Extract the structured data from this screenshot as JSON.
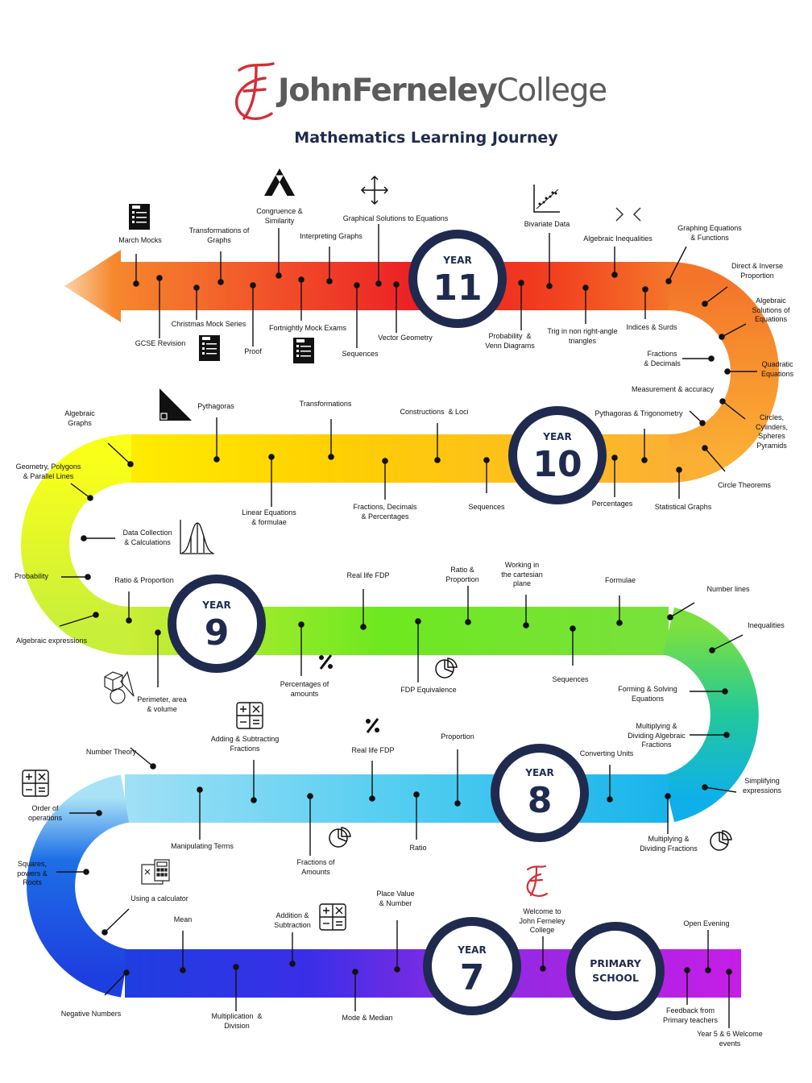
{
  "header": {
    "brand": [
      "John",
      "Ferneley",
      "College"
    ],
    "title": "Mathematics Learning Journey"
  },
  "colors": {
    "navy": "#1f2a4e",
    "logo_red": "#d32f3a",
    "year11_band": "#e8311f",
    "year10_band": "#ffc20e",
    "year9_band": "#7be82a",
    "year8_band": "#39c3f0",
    "year7_band": "#8a2be2"
  },
  "years": [
    {
      "id": "year11",
      "label": "YEAR",
      "number": "11"
    },
    {
      "id": "year10",
      "label": "YEAR",
      "number": "10"
    },
    {
      "id": "year9",
      "label": "YEAR",
      "number": "9"
    },
    {
      "id": "year8",
      "label": "YEAR",
      "number": "8"
    },
    {
      "id": "year7",
      "label": "YEAR",
      "number": "7"
    },
    {
      "id": "primary",
      "label": "PRIMARY\nSCHOOL",
      "number": ""
    }
  ],
  "topics": {
    "year11": [
      "March Mocks",
      "GCSE Revision",
      "Christmas Mock Series",
      "Transformations of\nGraphs",
      "Proof",
      "Congruence &\nSimilarity",
      "Fortnightly Mock Exams",
      "Interpreting Graphs",
      "Sequences",
      "Graphical Solutions to Equations",
      "Vector Geometry",
      "Probability  &\nVenn Diagrams",
      "Bivariate Data",
      "Trig in non right-angle\ntriangles",
      "Algebraic Inequalities",
      "Indices & Surds",
      "Graphing Equations\n& Functions",
      "Direct & Inverse\nProportion",
      "Algebraic\nSolutions of\nEquations",
      "Fractions\n& Decimals",
      "Quadratic\nEquations",
      "Measurement & accuracy",
      "Circles,\nCylinders,\nSpheres\nPyramids",
      "Circle Theorems"
    ],
    "year10": [
      "Algebraic\nGraphs",
      "Pythagoras",
      "Linear Equations\n& formulae",
      "Transformations",
      "Fractions, Decimals\n& Percentages",
      "Constructions  & Loci",
      "Sequences",
      "Pythagoras & Trigonometry",
      "Percentages",
      "Statistical Graphs",
      "Geometry, Polygons\n& Parallel Lines",
      "Data Collection\n& Calculations"
    ],
    "year9": [
      "Probability",
      "Algebraic expressions",
      "Ratio & Proportion",
      "Perimeter, area\n& volume",
      "Percentages of\namounts",
      "Real life FDP",
      "FDP Equivalence",
      "Ratio &\nProportion",
      "Working in\nthe cartesian\nplane",
      "Sequences",
      "Formulae",
      "Number lines",
      "Inequalities",
      "Forming & Solving\nEquations",
      "Multiplying &\nDividing Algebraic\nFractions"
    ],
    "year8": [
      "Simplifying\nexpressions",
      "Multiplying &\nDividing Fractions",
      "Converting Units",
      "Proportion",
      "Ratio",
      "Real life FDP",
      "Fractions of\nAmounts",
      "Adding & Subtracting\nFractions",
      "Manipulating Terms",
      "Number Theory",
      "Order of\noperations",
      "Squares,\npowers &\nRoots"
    ],
    "year7": [
      "Using a calculator",
      "Negative Numbers",
      "Mean",
      "Multiplication  &\nDivision",
      "Addition &\nSubtraction",
      "Mode & Median",
      "Place Value\n& Number",
      "Welcome to\nJohn Ferneley\nCollege"
    ],
    "primary": [
      "Open Evening",
      "Feedback from\nPrimary teachers",
      "Year 5 & 6 Welcome\nevents"
    ]
  },
  "icons": [
    "test-paper-icon",
    "test-paper-icon",
    "test-paper-icon",
    "triangles-icon",
    "axes-arrows-icon",
    "scatter-graph-icon",
    "inequality-symbols-icon",
    "right-triangle-icon",
    "bell-curve-icon",
    "3d-shapes-icon",
    "percent-icon",
    "pie-chart-icon",
    "calculator-symbols-icon",
    "percent-icon",
    "pie-chart-icon",
    "pie-chart-icon",
    "calculator-symbols-icon",
    "calculator-icon",
    "calculator-symbols-icon",
    "college-logo-icon"
  ]
}
